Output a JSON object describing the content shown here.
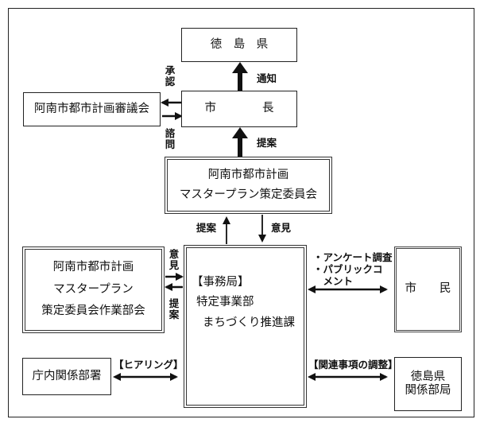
{
  "boxes": {
    "tokushima_prefecture": "徳　島　県",
    "mayor": "市　　　　長",
    "council": "阿南市都市計画審議会",
    "committee": [
      "阿南市都市計画",
      "マスタープラン策定委員会"
    ],
    "working_group": [
      "阿南市都市計画",
      "マスタープラン",
      "策定委員会作業部会"
    ],
    "secretariat": [
      "【事務局】",
      "特定事業部",
      "まちづくり推進課"
    ],
    "citizens": "市　　民",
    "city_departments": "庁内関係部署",
    "prefecture_departments": [
      "徳島県",
      "関係部局"
    ]
  },
  "labels": {
    "approval": "承認",
    "consultation": "諮問",
    "notification": "通知",
    "proposal_top": "提案",
    "proposal_mid": "提案",
    "opinion_mid": "意見",
    "opinion_left": "意見",
    "proposal_left": "提案",
    "survey": [
      "・アンケート調査",
      "・パブリックコ",
      "　メント"
    ],
    "hearing": "【ヒアリング】",
    "coordination": "【関連事項の調整】"
  }
}
